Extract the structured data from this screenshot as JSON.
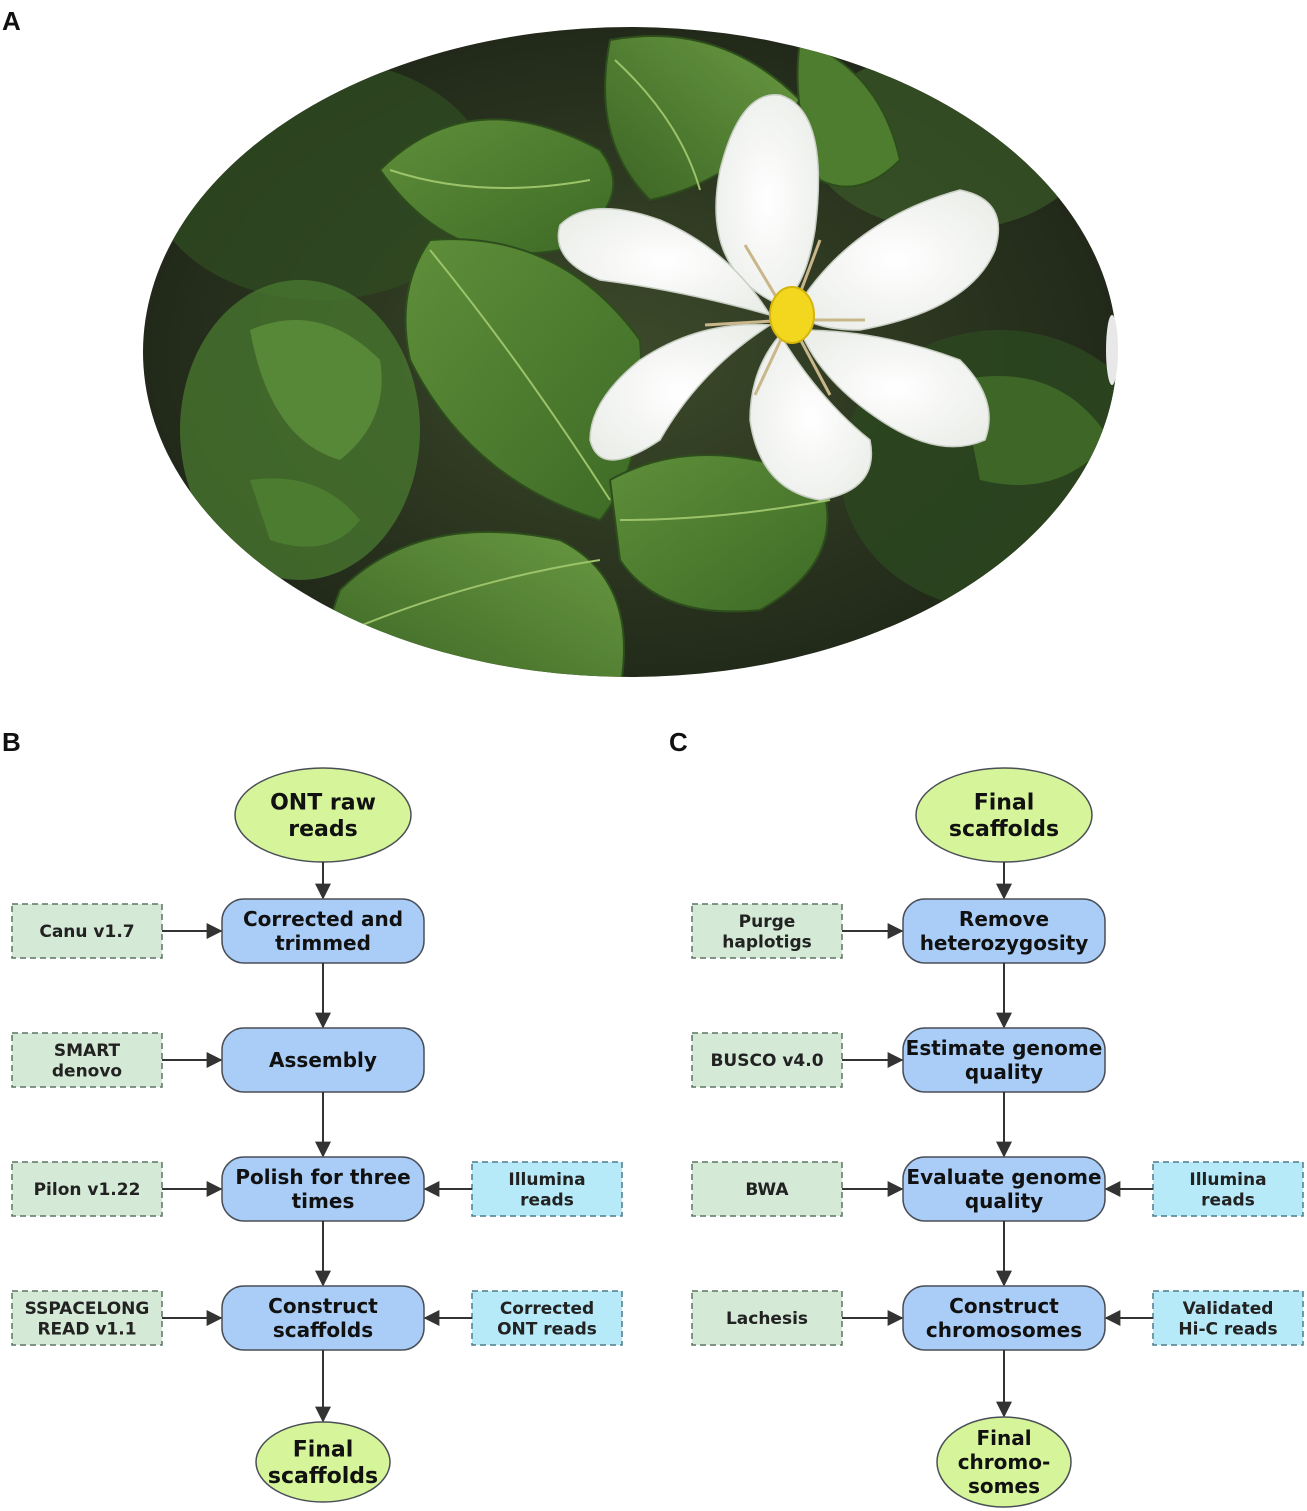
{
  "panels": {
    "a": {
      "label": "A"
    },
    "b": {
      "label": "B"
    },
    "c": {
      "label": "C"
    }
  },
  "colors": {
    "process_fill": "#a9cdf7",
    "process_stroke": "#4a4f57",
    "terminal_fill": "#d6f59a",
    "tool_green_fill": "#d4ead6",
    "tool_green_stroke": "#5c7560",
    "tool_blue_fill": "#b6eaf8",
    "tool_blue_stroke": "#4c7c8a",
    "arrow": "#333333"
  },
  "photo": {
    "subject": "white gardenia flower with green leaves"
  },
  "flowchart_b": {
    "start": [
      "ONT raw",
      "reads"
    ],
    "steps": [
      {
        "text": [
          "Corrected and",
          "trimmed"
        ],
        "left_tool": [
          "Canu v1.7"
        ]
      },
      {
        "text": [
          "Assembly"
        ],
        "left_tool": [
          "SMART",
          "denovo"
        ]
      },
      {
        "text": [
          "Polish for three",
          "times"
        ],
        "left_tool": [
          "Pilon v1.22"
        ],
        "right_tool": [
          "Illumina",
          "reads"
        ]
      },
      {
        "text": [
          "Construct",
          "scaffolds"
        ],
        "left_tool": [
          "SSPACELONG",
          "READ v1.1"
        ],
        "right_tool": [
          "Corrected",
          "ONT reads"
        ]
      }
    ],
    "end": [
      "Final",
      "scaffolds"
    ]
  },
  "flowchart_c": {
    "start": [
      "Final",
      "scaffolds"
    ],
    "steps": [
      {
        "text": [
          "Remove",
          "heterozygosity"
        ],
        "left_tool": [
          "Purge",
          "haplotigs"
        ]
      },
      {
        "text": [
          "Estimate genome",
          "quality"
        ],
        "left_tool": [
          "BUSCO v4.0"
        ]
      },
      {
        "text": [
          "Evaluate genome",
          "quality"
        ],
        "left_tool": [
          "BWA"
        ],
        "right_tool": [
          "Illumina",
          "reads"
        ]
      },
      {
        "text": [
          "Construct",
          "chromosomes"
        ],
        "left_tool": [
          "Lachesis"
        ],
        "right_tool": [
          "Validated",
          "Hi-C reads"
        ]
      }
    ],
    "end": [
      "Final",
      "chromo-",
      "somes"
    ]
  }
}
